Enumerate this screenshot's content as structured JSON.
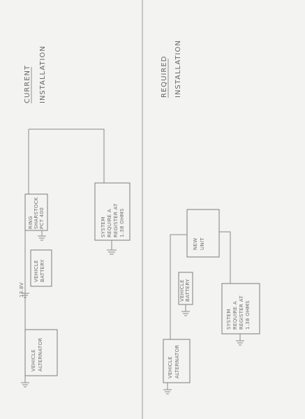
{
  "current": {
    "title": "CURRENT",
    "subtitle": "INSTALLATION",
    "voltage_label": "13.8V",
    "alternator": [
      "VEHICLE",
      "ALTERNATOR"
    ],
    "battery": [
      "VEHICLE",
      "BATTERY"
    ],
    "radio": [
      "RING",
      "SHARSTOCK",
      "PCT 400"
    ],
    "system": [
      "SYSTEM",
      "REQUIRE A",
      "REGISTER AT",
      "1.38 OHMS"
    ]
  },
  "required": {
    "title": "REQUIRED",
    "subtitle": "INSTALLATION",
    "new_unit": [
      "NEW",
      "UNIT"
    ],
    "battery": [
      "VEHICLE",
      "BATTERY"
    ],
    "alternator": [
      "VEHICLE",
      "ALTERNATOR"
    ],
    "system": [
      "SYSTEM",
      "REQUIRE A",
      "REGISTER AT",
      "1.38 OHMS"
    ]
  }
}
